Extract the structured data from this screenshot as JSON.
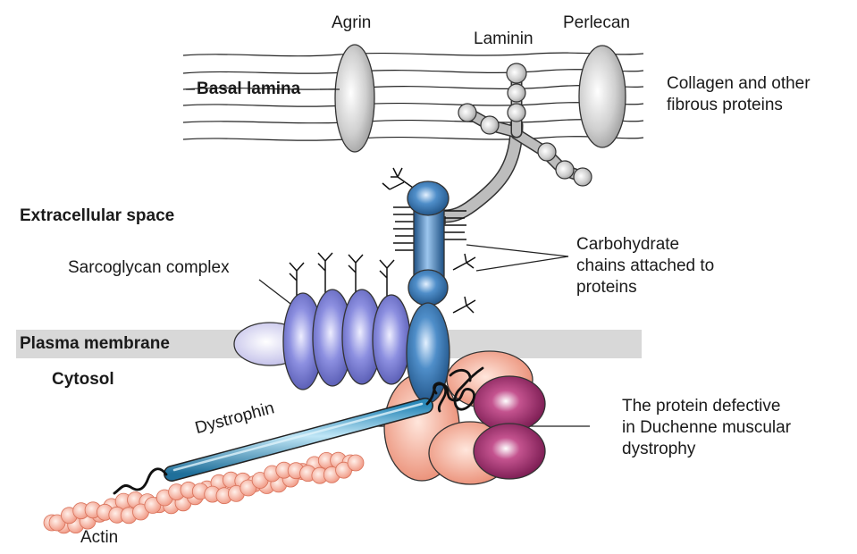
{
  "labels": {
    "agrin": "Agrin",
    "laminin": "Laminin",
    "perlecan": "Perlecan",
    "basal_lamina": "Basal lamina",
    "collagen": "Collagen and other\nfibrous proteins",
    "extracellular_space": "Extracellular space",
    "carbohydrate": "Carbohydrate\nchains attached to\nproteins",
    "sarcoglycan": "Sarcoglycan complex",
    "plasma_membrane": "Plasma membrane",
    "cytosol": "Cytosol",
    "dystrophin": "Dystrophin",
    "defective": "The protein defective\nin Duchenne muscular\ndystrophy",
    "actin": "Actin"
  },
  "colors": {
    "membrane": "#d8d8d8",
    "gray_protein": "#bdbdbd",
    "blue_protein": "#2f6fa6",
    "purple_protein": "#6f72c8",
    "lavender_protein": "#c4c2ea",
    "salmon_protein": "#f0a58e",
    "magenta_protein": "#8e1f5e",
    "dystrophin_rod": "#3ba0cc",
    "actin": "#f5a896"
  }
}
